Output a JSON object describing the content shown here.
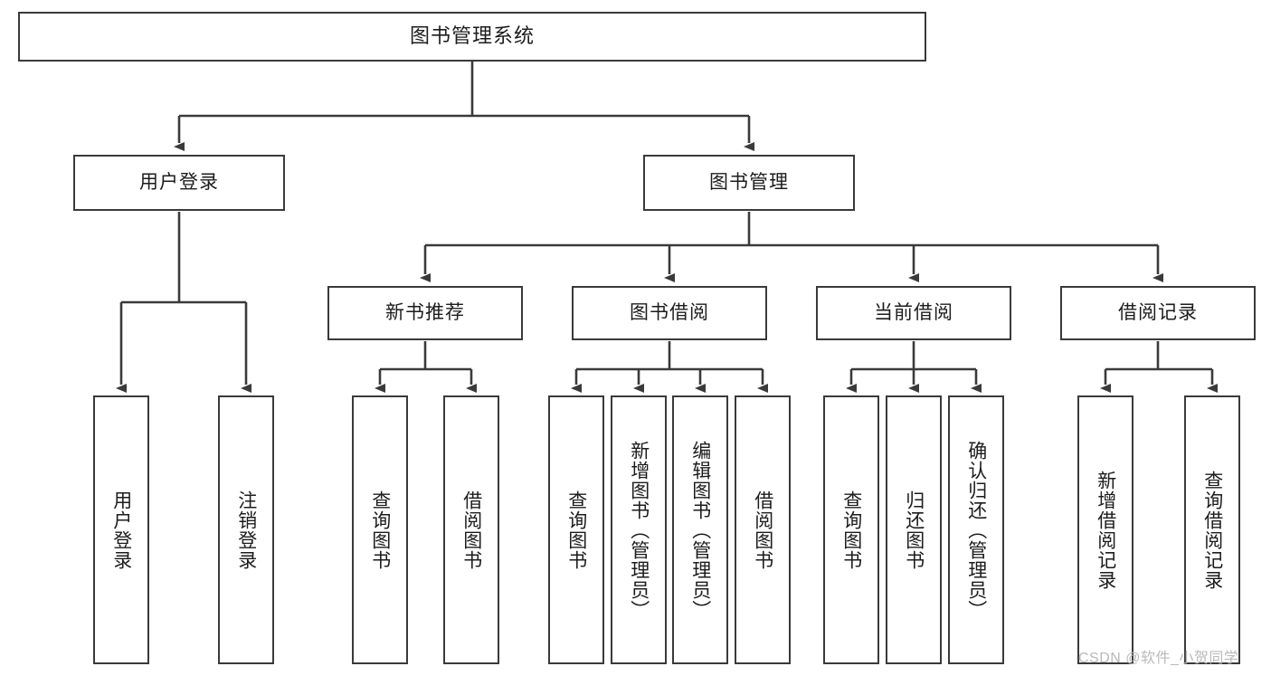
{
  "diagram": {
    "type": "tree-hierarchy",
    "title": "图书管理系统",
    "root": {
      "label": "图书管理系统"
    },
    "level2": [
      {
        "id": "user-login",
        "label": "用户登录"
      },
      {
        "id": "book-management",
        "label": "图书管理"
      }
    ],
    "level3": [
      {
        "id": "new-book-recommend",
        "label": "新书推荐",
        "parent": "book-management"
      },
      {
        "id": "book-borrow",
        "label": "图书借阅",
        "parent": "book-management"
      },
      {
        "id": "current-borrow",
        "label": "当前借阅",
        "parent": "book-management"
      },
      {
        "id": "borrow-record",
        "label": "借阅记录",
        "parent": "book-management"
      }
    ],
    "leaves": [
      {
        "id": "leaf-user-login",
        "label": "用户登录",
        "parent": "user-login"
      },
      {
        "id": "leaf-logout-login",
        "label": "注销登录",
        "parent": "user-login"
      },
      {
        "id": "leaf-query-book-1",
        "label": "查询图书",
        "parent": "new-book-recommend"
      },
      {
        "id": "leaf-borrow-book-1",
        "label": "借阅图书",
        "parent": "new-book-recommend"
      },
      {
        "id": "leaf-query-book-2",
        "label": "查询图书",
        "parent": "book-borrow"
      },
      {
        "id": "leaf-add-book",
        "label": "新增图书（管理员）",
        "parent": "book-borrow"
      },
      {
        "id": "leaf-edit-book",
        "label": "编辑图书（管理员）",
        "parent": "book-borrow"
      },
      {
        "id": "leaf-borrow-book-2",
        "label": "借阅图书",
        "parent": "book-borrow"
      },
      {
        "id": "leaf-query-book-3",
        "label": "查询图书",
        "parent": "current-borrow"
      },
      {
        "id": "leaf-return-book",
        "label": "归还图书",
        "parent": "current-borrow"
      },
      {
        "id": "leaf-confirm-return",
        "label": "确认归还（管理员）",
        "parent": "current-borrow"
      },
      {
        "id": "leaf-add-record",
        "label": "新增借阅记录",
        "parent": "borrow-record"
      },
      {
        "id": "leaf-query-record",
        "label": "查询借阅记录",
        "parent": "borrow-record"
      }
    ],
    "watermark": "CSDN @软件_小贺同学",
    "colors": {
      "box_border": "#3a3a3a",
      "box_fill": "#ffffff",
      "connector": "#3a3a3a",
      "text": "#1c1c1c",
      "watermark": "#b9b9b9",
      "background": "#ffffff"
    }
  }
}
